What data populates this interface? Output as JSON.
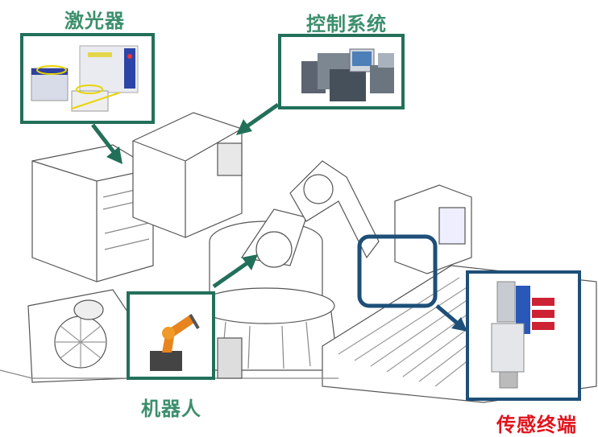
{
  "labels": {
    "laser": "激光器",
    "control": "控制系统",
    "robot": "机器人",
    "sensor": "传感终端"
  },
  "colors": {
    "green_label": "#3c8f6c",
    "green_frame": "#23705a",
    "blue_frame": "#1d4f78",
    "red_label": "#e0141c"
  }
}
